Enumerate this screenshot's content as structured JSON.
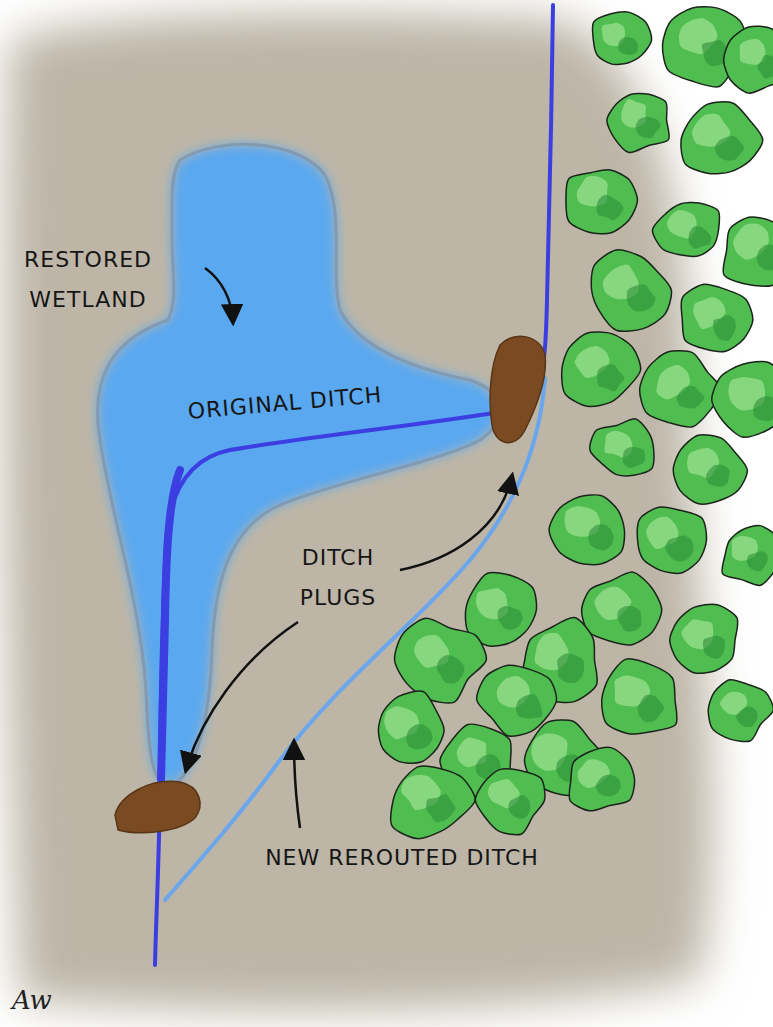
{
  "diagram": {
    "labels": [
      "RESTORED WETLAND",
      "ORIGINAL DITCH",
      "DITCH PLUGS",
      "NEW REROUTED DITCH",
      "Aw"
    ]
  }
}
